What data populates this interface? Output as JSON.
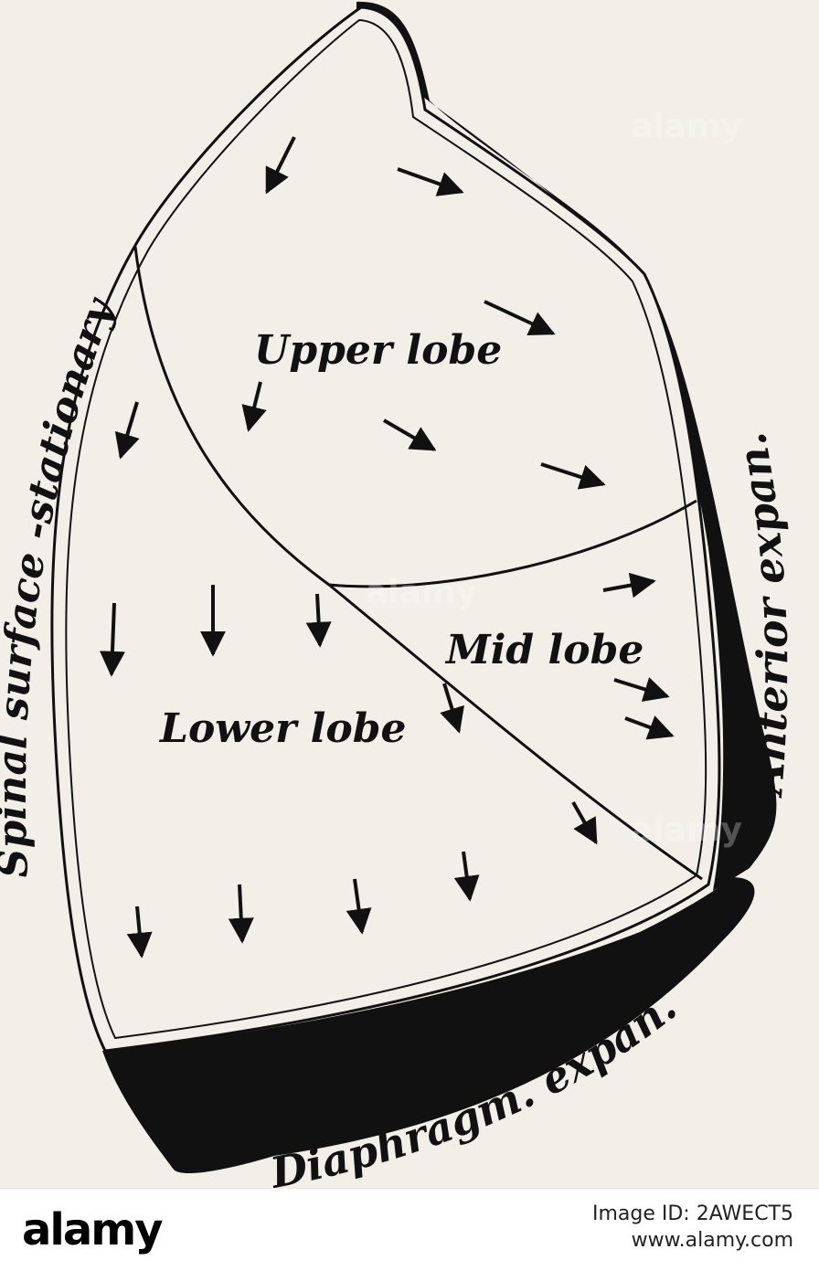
{
  "diagram": {
    "labels": {
      "spinal": "Spinal surface -stationary",
      "anterior": "Anterior expan.",
      "diaphragm": "Diaphragm. expan.",
      "upper_lobe": "Upper lobe",
      "mid_lobe": "Mid lobe",
      "lower_lobe": "Lower lobe"
    },
    "colors": {
      "paper": "#f1efe8",
      "ink": "#111111"
    }
  },
  "footer": {
    "brand": "alamy",
    "image_id": "Image ID: 2AWECT5",
    "site": "www.alamy.com"
  },
  "watermark": {
    "text": "alamy"
  }
}
